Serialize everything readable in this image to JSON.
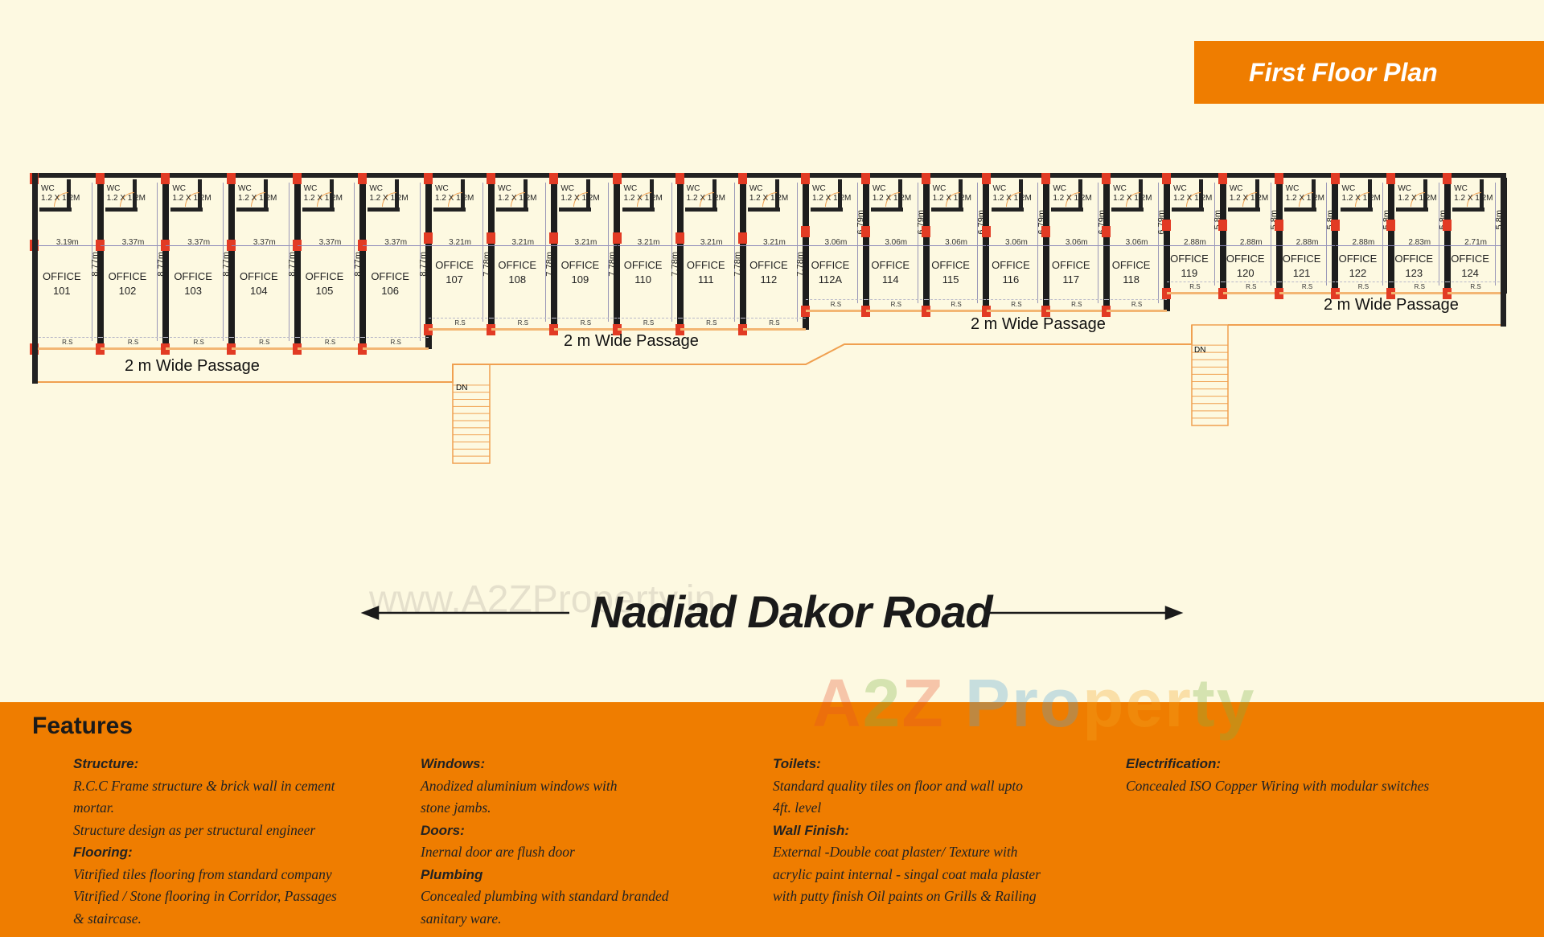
{
  "title": "First Floor Plan",
  "labels": {
    "wc": "WC",
    "wc_size": "1.2 X 1.2M",
    "rs": "R.S",
    "office": "OFFICE",
    "dn": "DN",
    "passage": "2 m Wide Passage"
  },
  "offices": [
    {
      "number": "101",
      "width": "3.19m",
      "depth": "8.77m"
    },
    {
      "number": "102",
      "width": "3.37m",
      "depth": "8.77m"
    },
    {
      "number": "103",
      "width": "3.37m",
      "depth": "8.77m"
    },
    {
      "number": "104",
      "width": "3.37m",
      "depth": "8.77m"
    },
    {
      "number": "105",
      "width": "3.37m",
      "depth": "8.77m"
    },
    {
      "number": "106",
      "width": "3.37m",
      "depth": "8.77m"
    },
    {
      "number": "107",
      "width": "3.21m",
      "depth": "7.78m"
    },
    {
      "number": "108",
      "width": "3.21m",
      "depth": "7.78m"
    },
    {
      "number": "109",
      "width": "3.21m",
      "depth": "7.78m"
    },
    {
      "number": "110",
      "width": "3.21m",
      "depth": "7.78m"
    },
    {
      "number": "111",
      "width": "3.21m",
      "depth": "7.78m"
    },
    {
      "number": "112",
      "width": "3.21m",
      "depth": "7.78m"
    },
    {
      "number": "112A",
      "width": "3.06m",
      "depth": "6.79m"
    },
    {
      "number": "114",
      "width": "3.06m",
      "depth": "6.79m"
    },
    {
      "number": "115",
      "width": "3.06m",
      "depth": "6.79m"
    },
    {
      "number": "116",
      "width": "3.06m",
      "depth": "6.79m"
    },
    {
      "number": "117",
      "width": "3.06m",
      "depth": "6.79m"
    },
    {
      "number": "118",
      "width": "3.06m",
      "depth": "6.79m"
    },
    {
      "number": "119",
      "width": "2.88m",
      "depth": "5.8m"
    },
    {
      "number": "120",
      "width": "2.88m",
      "depth": "5.8m"
    },
    {
      "number": "121",
      "width": "2.88m",
      "depth": "5.8m"
    },
    {
      "number": "122",
      "width": "2.88m",
      "depth": "5.8m"
    },
    {
      "number": "123",
      "width": "2.83m",
      "depth": "5.8m"
    },
    {
      "number": "124",
      "width": "2.71m",
      "depth": "5.8m"
    }
  ],
  "road": "Nadiad Dakor Road",
  "watermark": "www.A2ZProperty.in",
  "logo": "A2Z Property",
  "features": {
    "title": "Features",
    "columns": [
      [
        {
          "h": "Structure:"
        },
        {
          "t": "R.C.C Frame structure & brick wall in cement"
        },
        {
          "t": "mortar."
        },
        {
          "t": "Structure design as per structural engineer"
        },
        {
          "h": "Flooring:"
        },
        {
          "t": "Vitrified tiles flooring from standard company"
        },
        {
          "t": "Vitrified / Stone flooring in  Corridor, Passages"
        },
        {
          "t": "& staircase."
        }
      ],
      [
        {
          "h": "Windows:"
        },
        {
          "t": "Anodized aluminium windows with"
        },
        {
          "t": "stone jambs."
        },
        {
          "h": "Doors:"
        },
        {
          "t": "Inernal door are flush door"
        },
        {
          "h": "Plumbing"
        },
        {
          "t": "Concealed plumbing with standard branded"
        },
        {
          "t": " sanitary ware."
        }
      ],
      [
        {
          "h": "Toilets:"
        },
        {
          "t": "Standard quality tiles on floor and wall upto"
        },
        {
          "t": "4ft. level"
        },
        {
          "h": "Wall Finish:"
        },
        {
          "t": "External -Double coat plaster/ Texture with"
        },
        {
          "t": "acrylic paint internal - singal coat mala plaster"
        },
        {
          "t": "with putty finish Oil paints on Grills & Railing"
        }
      ],
      [
        {
          "h": "Electrification:"
        },
        {
          "t": "Concealed ISO Copper Wiring with modular switches"
        }
      ]
    ]
  },
  "colors": {
    "background": "#fdf9e1",
    "accent": "#ef7d00",
    "wall": "#1d1d1d",
    "column": "#e23b24"
  }
}
